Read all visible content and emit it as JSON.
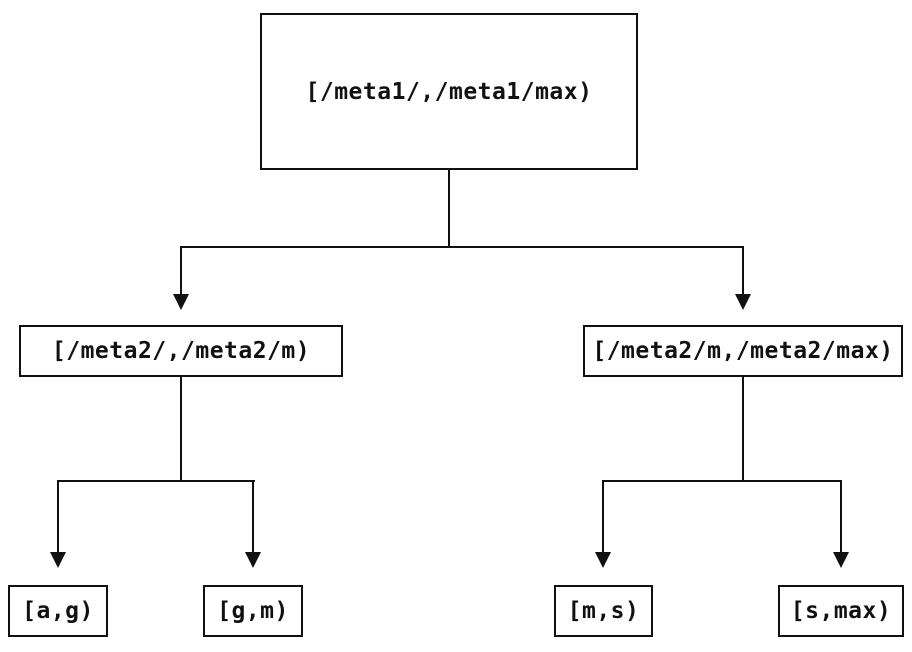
{
  "colors": {
    "ink": "#111111",
    "background": "#ffffff"
  },
  "diagram": {
    "type": "binary-interval-tree",
    "root": {
      "label": "[/meta1/,/meta1/max)"
    },
    "level2": [
      {
        "label": "[/meta2/,/meta2/m)"
      },
      {
        "label": "[/meta2/m,/meta2/max)"
      }
    ],
    "leaves": [
      {
        "label": "[a,g)"
      },
      {
        "label": "[g,m)"
      },
      {
        "label": "[m,s)"
      },
      {
        "label": "[s,max)"
      }
    ],
    "edges": [
      {
        "from": "[/meta1/,/meta1/max)",
        "to": "[/meta2/,/meta2/m)"
      },
      {
        "from": "[/meta1/,/meta1/max)",
        "to": "[/meta2/m,/meta2/max)"
      },
      {
        "from": "[/meta2/,/meta2/m)",
        "to": "[a,g)"
      },
      {
        "from": "[/meta2/,/meta2/m)",
        "to": "[g,m)"
      },
      {
        "from": "[/meta2/m,/meta2/max)",
        "to": "[m,s)"
      },
      {
        "from": "[/meta2/m,/meta2/max)",
        "to": "[s,max)"
      }
    ]
  }
}
